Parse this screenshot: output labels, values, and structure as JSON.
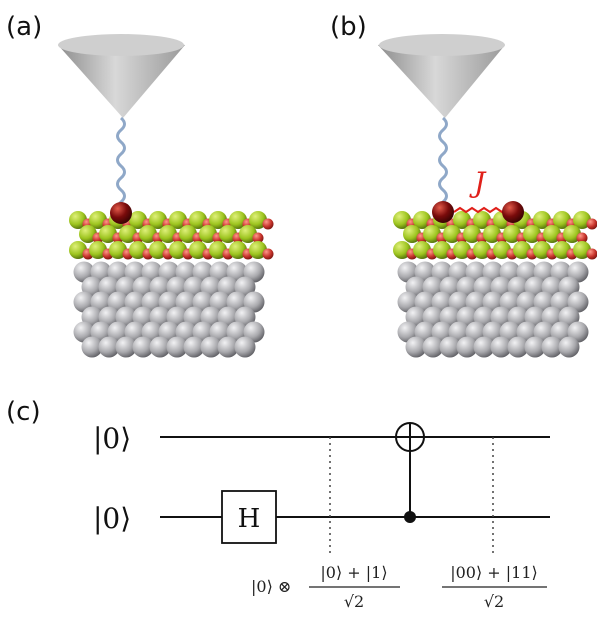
{
  "panels": {
    "a": "(a)",
    "b": "(b)",
    "c": "(c)"
  },
  "coupling_label": "J",
  "circuit": {
    "qubit_top_label": "|0⟩",
    "qubit_bottom_label": "|0⟩",
    "hadamard_label": "H",
    "state1": {
      "left": "|0⟩ ⊗",
      "numerator": "|0⟩ + |1⟩",
      "denominator": "√2"
    },
    "state2": {
      "numerator": "|00⟩ + |11⟩",
      "denominator": "√2"
    }
  },
  "colors": {
    "tip": "#b9b9b9",
    "tether": "#8fa8c8",
    "spin": "#7a0b0b",
    "green_atom": "#9dc41f",
    "red_atom": "#c8342c",
    "grey_atom": "#a9a9ad",
    "coupling": "#e0201a"
  }
}
